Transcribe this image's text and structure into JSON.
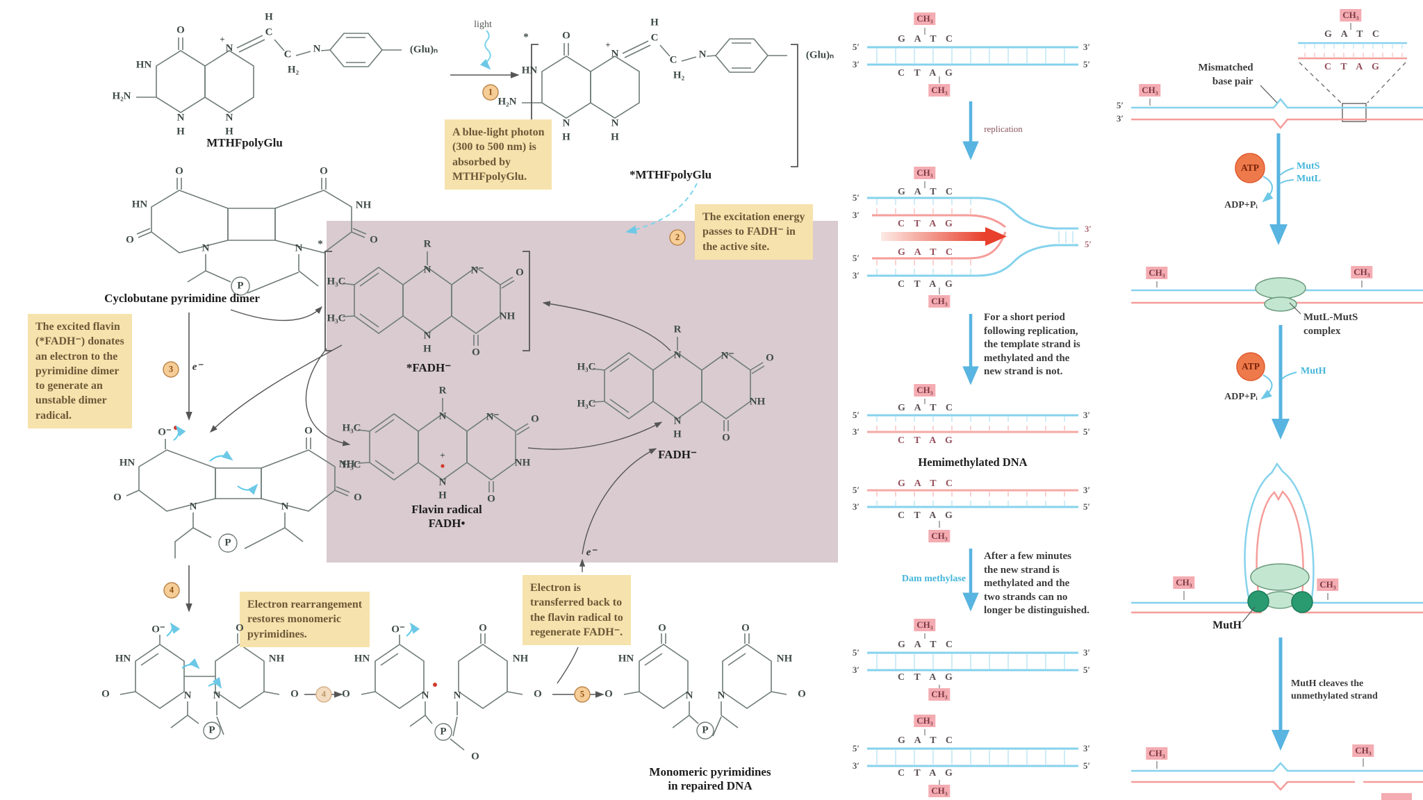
{
  "colors": {
    "strand_blue": "#85d2ec",
    "strand_new": "#f59d9a",
    "rung_blue": "#c2e7f4",
    "rung_red": "#f8c6c4",
    "methyl_bg": "#f4acb2",
    "callout_bg": "#f6e2ac",
    "active_site_bg": "#d9cbd0",
    "arrow_blue": "#58b4e0",
    "atp_orange": "#ee7a4c",
    "enzyme_green": "#c3e6d1",
    "enzyme_dark_green": "#2a9a71",
    "step_fill": "#f6cd96"
  },
  "shared": {
    "ch3": "CH₃",
    "gatc": "G A T C",
    "ctag": "C T A G",
    "p5": "5′",
    "p3": "3′",
    "p": "P",
    "e": "e⁻",
    "atp": "ATP",
    "adp": "ADP+Pᵢ",
    "plus": "+",
    "star": "*"
  },
  "photolyase": {
    "light": "light",
    "steps": [
      "1",
      "2",
      "3",
      "4",
      "4",
      "5"
    ],
    "callout1": "A blue-light photon\n(300 to 500 nm) is\nabsorbed by\nMTHFpolyGlu.",
    "callout2": "The excitation energy\npasses to FADH⁻ in\nthe active site.",
    "callout3": "The excited flavin\n(*FADH⁻) donates\nan electron to the\npyrimidine dimer\nto generate an\nunstable dimer\nradical.",
    "callout4": "Electron rearrangement\nrestores monomeric\npyrimidines.",
    "callout5": "Electron is\ntransferred back to\nthe flavin radical to\nregenerate FADH⁻.",
    "mthf": "MTHFpolyGlu",
    "mthf_excited": "*MTHFpolyGlu",
    "dimer": "Cyclobutane pyrimidine dimer",
    "fadh_excited": "*FADH⁻",
    "flavin_radical": "Flavin radical\nFADH•",
    "fadh": "FADH⁻",
    "product": "Monomeric pyrimidines\nin repaired DNA",
    "atoms": {
      "o": "O",
      "om": "O⁻",
      "hn": "HN",
      "nh": "NH",
      "n": "N",
      "nm": "N⁻",
      "h": "H",
      "h2n": "H₂N",
      "h3c": "H₃C",
      "r": "R",
      "glu": "(Glu)ₙ",
      "c": "C",
      "h2": "H₂"
    }
  },
  "methylation": {
    "replication": "replication",
    "note1": "For a short period\nfollowing replication,\nthe template strand is\nmethylated and the\nnew strand is not.",
    "hemi": "Hemimethylated DNA",
    "dam": "Dam methylase",
    "note2": "After a few minutes\nthe new strand is\nmethylated and the\ntwo strands can no\nlonger be distinguished."
  },
  "mismatch": {
    "mispair": "Mismatched\nbase pair",
    "muts": "MutS",
    "mutl": "MutL",
    "muth": "MutH",
    "complex": "MutL-MutS\ncomplex",
    "muth_label": "MutH",
    "cleave": "MutH cleaves the\nunmethylated strand"
  }
}
